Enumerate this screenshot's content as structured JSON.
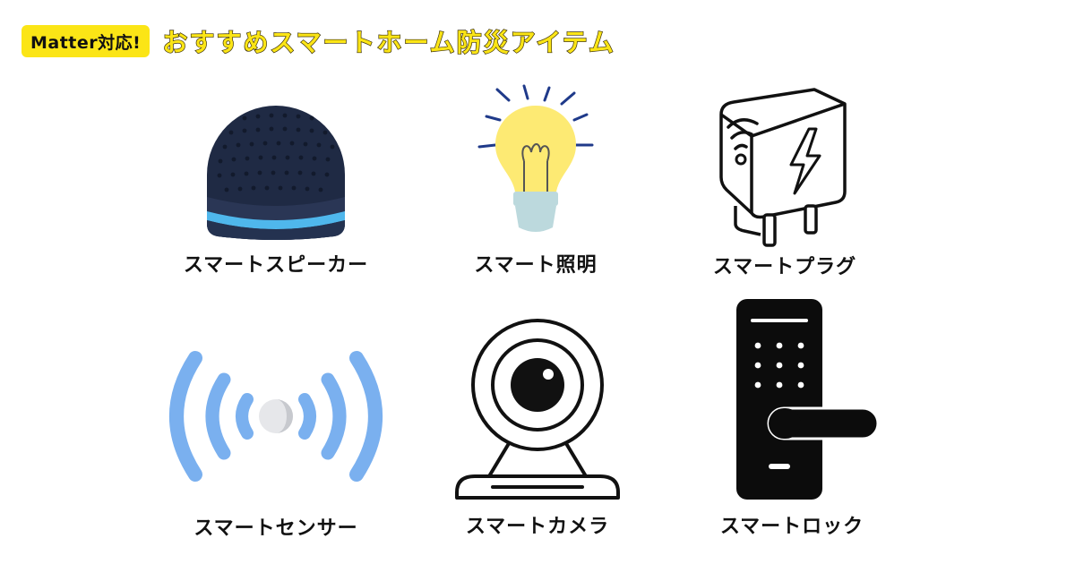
{
  "header": {
    "badge": "Matter対応!",
    "title": "おすすめスマートホーム防災アイテム"
  },
  "items": [
    {
      "label": "スマートスピーカー",
      "icon": "smart-speaker-icon"
    },
    {
      "label": "スマート照明",
      "icon": "light-bulb-icon"
    },
    {
      "label": "スマートプラグ",
      "icon": "smart-plug-icon"
    },
    {
      "label": "スマートセンサー",
      "icon": "sensor-waves-icon"
    },
    {
      "label": "スマートカメラ",
      "icon": "webcam-icon"
    },
    {
      "label": "スマートロック",
      "icon": "door-lock-icon"
    }
  ],
  "colors": {
    "badge_bg": "#fbe516",
    "title_fill": "#fbe516",
    "speaker_body": "#1f2a44",
    "speaker_ring": "#4fb7ec",
    "bulb": "#fdea73",
    "bulb_base": "#bcd9dd",
    "sensor_waves": "#7ab0ef",
    "lock_body": "#0c0c0c"
  }
}
